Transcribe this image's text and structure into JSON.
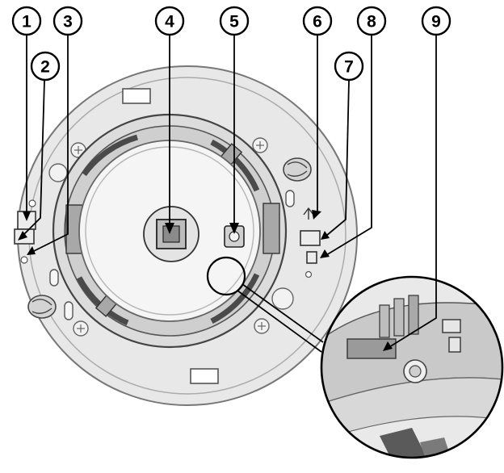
{
  "colors": {
    "housing_fill": "#e6e6e6",
    "housing_stroke": "#7a7a7a",
    "inner_fill": "#f4f4f4",
    "dark_part": "#5a5a5a",
    "mid_gray": "#bdbdbd",
    "outline": "#000000"
  },
  "callouts": [
    {
      "id": "1",
      "label": "1"
    },
    {
      "id": "2",
      "label": "2"
    },
    {
      "id": "3",
      "label": "3"
    },
    {
      "id": "4",
      "label": "4"
    },
    {
      "id": "5",
      "label": "5"
    },
    {
      "id": "6",
      "label": "6"
    },
    {
      "id": "7",
      "label": "7"
    },
    {
      "id": "8",
      "label": "8"
    },
    {
      "id": "9",
      "label": "9"
    }
  ],
  "detail_view": {
    "icon": "magnified-detail-icon"
  }
}
